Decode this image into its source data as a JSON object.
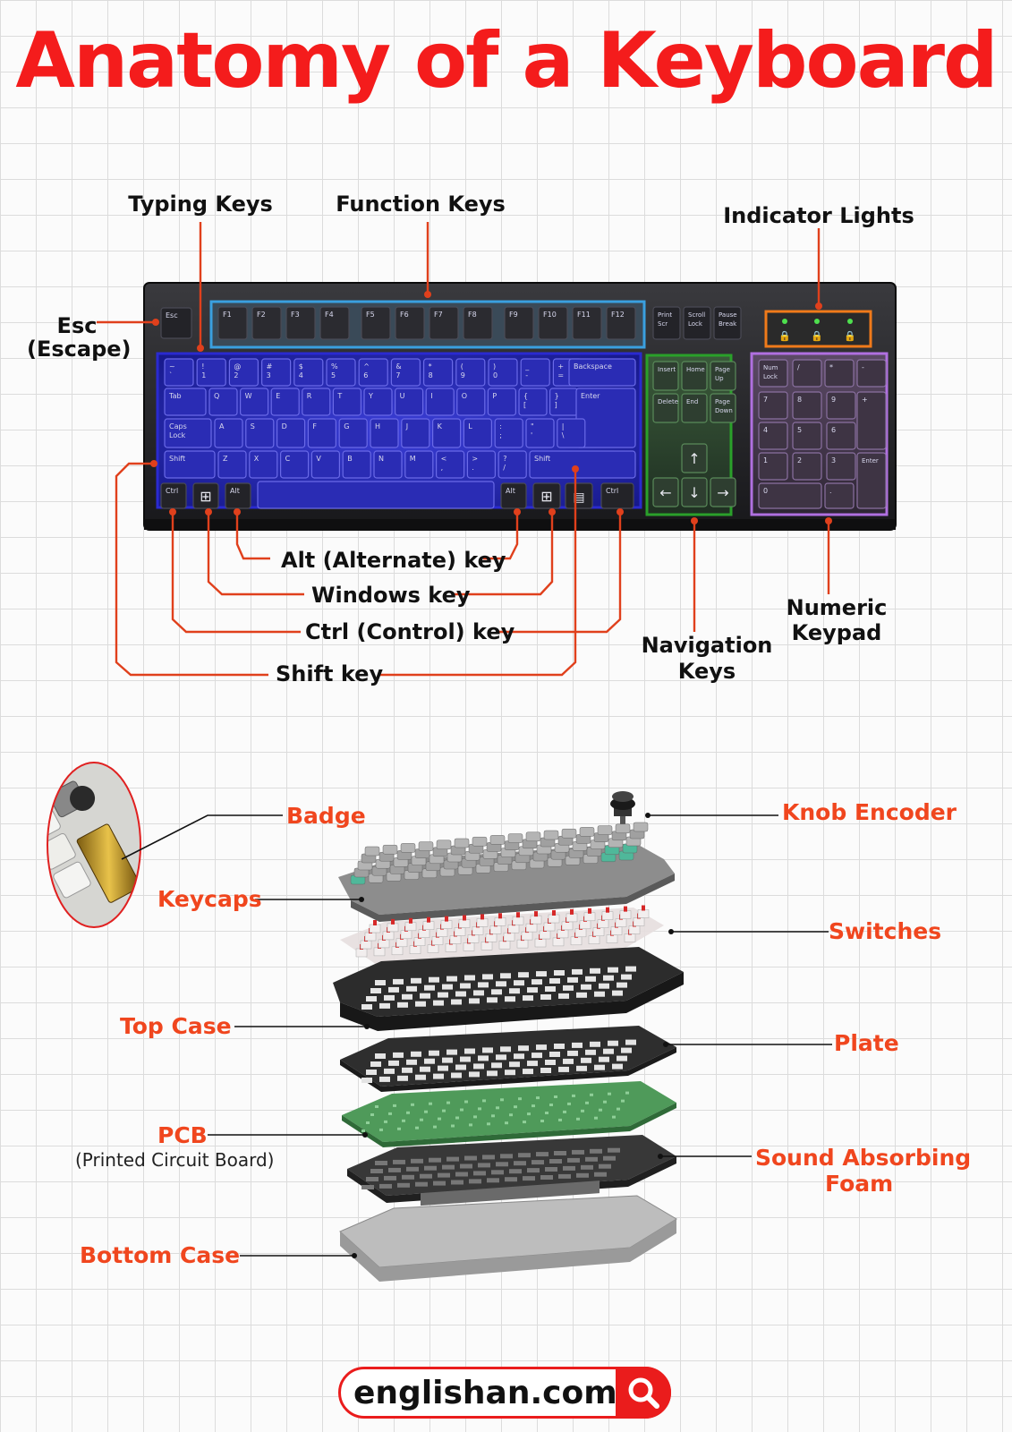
{
  "title": "Anatomy of a Keyboard",
  "colors": {
    "title": "#f41c1c",
    "accent_orange": "#f0461e",
    "typing_keys": "#2a2ad0",
    "function_keys": "#3aa0e0",
    "navigation_keys": "#2aa02a",
    "numeric_keypad": "#b070e0",
    "indicator_lights": "#f07a1a"
  },
  "keyboard_labels": {
    "typing_keys": "Typing Keys",
    "function_keys": "Function Keys",
    "indicator_lights": "Indicator Lights",
    "esc_line1": "Esc",
    "esc_line2": "(Escape)",
    "alt_key": "Alt (Alternate) key",
    "windows_key": "Windows key",
    "ctrl_key": "Ctrl (Control) key",
    "shift_key": "Shift key",
    "navigation_line1": "Navigation",
    "navigation_line2": "Keys",
    "numeric_line1": "Numeric",
    "numeric_line2": "Keypad"
  },
  "keycaps": {
    "esc": "Esc",
    "f_keys": [
      "F1",
      "F2",
      "F3",
      "F4",
      "F5",
      "F6",
      "F7",
      "F8",
      "F9",
      "F10",
      "F11",
      "F12"
    ],
    "print_screen": [
      "Print",
      "Scr"
    ],
    "scroll_lock": [
      "Scroll",
      "Lock"
    ],
    "pause_break": [
      "Pause",
      "Break"
    ],
    "number_row": [
      [
        "~",
        "`"
      ],
      [
        "!",
        "1"
      ],
      [
        "@",
        "2"
      ],
      [
        "#",
        "3"
      ],
      [
        "$",
        "4"
      ],
      [
        "%",
        "5"
      ],
      [
        "^",
        "6"
      ],
      [
        "&",
        "7"
      ],
      [
        "*",
        "8"
      ],
      [
        "(",
        "9"
      ],
      [
        ")",
        "0"
      ],
      [
        "_",
        "-"
      ],
      [
        "+",
        "="
      ]
    ],
    "backspace": "Backspace",
    "tab": "Tab",
    "qwerty_row": [
      "Q",
      "W",
      "E",
      "R",
      "T",
      "Y",
      "U",
      "I",
      "O",
      "P"
    ],
    "qwerty_row_symbols": [
      [
        "{",
        "["
      ],
      [
        "}",
        "]"
      ]
    ],
    "enter": "Enter",
    "caps_lock": [
      "Caps",
      "Lock"
    ],
    "asdf_row": [
      "A",
      "S",
      "D",
      "F",
      "G",
      "H",
      "J",
      "K",
      "L"
    ],
    "asdf_row_symbols": [
      [
        ":",
        ";"
      ],
      [
        "\"",
        "'"
      ],
      [
        "|",
        "\\"
      ]
    ],
    "shift_left": "Shift",
    "shift_right": "Shift",
    "zxcv_row": [
      "Z",
      "X",
      "C",
      "V",
      "B",
      "N",
      "M"
    ],
    "zxcv_row_symbols": [
      [
        "<",
        ","
      ],
      [
        ">",
        "."
      ],
      [
        "?",
        "/"
      ]
    ],
    "ctrl": "Ctrl",
    "alt": "Alt",
    "insert": "Insert",
    "home": "Home",
    "page_up": [
      "Page",
      "Up"
    ],
    "delete": "Delete",
    "end": "End",
    "page_down": [
      "Page",
      "Down"
    ],
    "num_lock": [
      "Num",
      "Lock"
    ],
    "numpad_top": [
      "/",
      "*",
      "-"
    ],
    "numpad_rows": [
      [
        "7",
        "8",
        "9"
      ],
      [
        "4",
        "5",
        "6"
      ],
      [
        "1",
        "2",
        "3"
      ]
    ],
    "numpad_plus": "+",
    "numpad_enter": "Enter",
    "numpad_zero": "0",
    "numpad_dot": "."
  },
  "parts_labels": {
    "badge": "Badge",
    "knob_encoder": "Knob Encoder",
    "keycaps": "Keycaps",
    "switches": "Switches",
    "top_case": "Top Case",
    "plate": "Plate",
    "pcb": "PCB",
    "pcb_full": "(Printed Circuit Board)",
    "sound_foam_line1": "Sound Absorbing",
    "sound_foam_line2": "Foam",
    "bottom_case": "Bottom Case"
  },
  "footer": {
    "site": "englishan.com"
  }
}
